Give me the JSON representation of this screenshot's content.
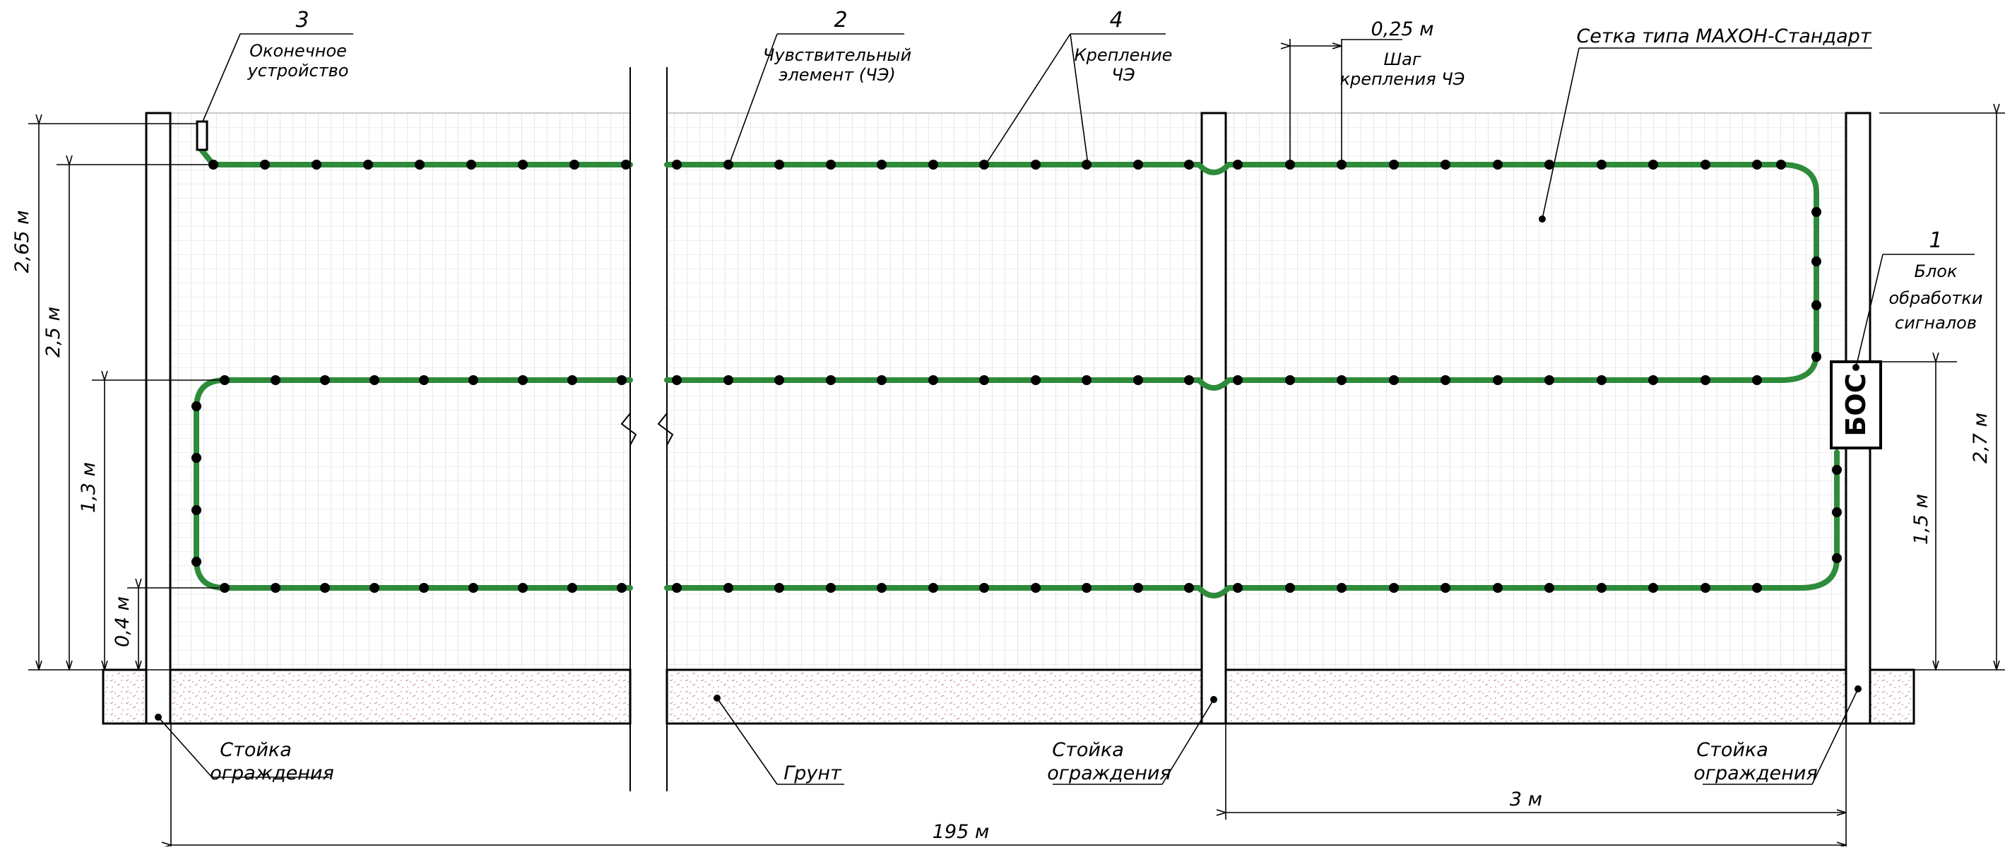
{
  "labels": {
    "terminal_num": "3",
    "terminal_l1": "Оконечное",
    "terminal_l2": "устройство",
    "sensor_num": "2",
    "sensor_l1": "Чувствительный",
    "sensor_l2": "элемент (ЧЭ)",
    "mount_num": "4",
    "mount_l1": "Крепление",
    "mount_l2": "ЧЭ",
    "step_value": "0,25 м",
    "step_l1": "Шаг",
    "step_l2": "крепления ЧЭ",
    "mesh": "Сетка типа МАХОН-Стандарт",
    "unit_num": "1",
    "unit_l1": "Блок",
    "unit_l2": "обработки",
    "unit_l3": "сигналов",
    "unit_box": "БОС",
    "post_l1": "Стойка",
    "post_l2": "ограждения",
    "ground": "Грунт"
  },
  "dimensions": {
    "h_top": "2,65 м",
    "h_upper": "2,5 м",
    "h_middle": "1,3 м",
    "h_lower": "0,4 м",
    "h_right_total": "2,7 м",
    "h_bos": "1,5 м",
    "span_post": "3 м",
    "span_total": "195 м"
  },
  "colors": {
    "cable": "#2e8b3a",
    "mesh_line": "#c8c8c8",
    "ground_dots": "#c98f8f",
    "ink": "#000000"
  }
}
